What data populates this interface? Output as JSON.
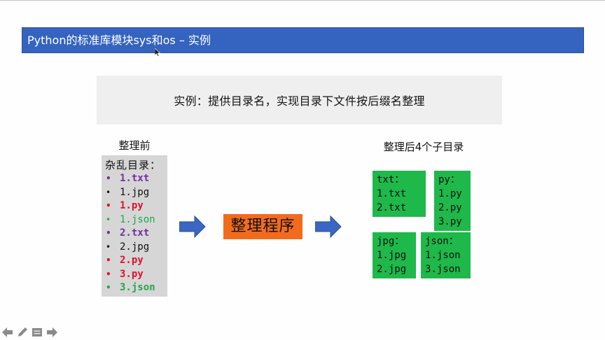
{
  "slide": {
    "title": "Python的标准库模块sys和os – 实例",
    "banner_text": "实例：提供目录名，实现目录下文件按后缀名整理",
    "colors": {
      "title_bar": "#3563C0",
      "banner_bg": "#EFEFEF",
      "messy_box_bg": "#D6D6D6",
      "program_box": "#F26B1D",
      "subdir_box": "#1FB84A",
      "arrow": "#3A66C4",
      "txt": "#7030A0",
      "jpg": "#111111",
      "py": "#E0102A",
      "json": "#1FA84A"
    }
  },
  "before": {
    "label": "整理前",
    "header": "杂乱目录：",
    "files": [
      {
        "name": "1.txt",
        "type": "txt",
        "color": "#7030A0"
      },
      {
        "name": "1.jpg",
        "type": "jpg",
        "color": "#111111"
      },
      {
        "name": "1.py",
        "type": "py",
        "color": "#E0102A"
      },
      {
        "name": "1.json",
        "type": "json",
        "color": "#1FA84A"
      },
      {
        "name": "2.txt",
        "type": "txt",
        "color": "#7030A0"
      },
      {
        "name": "2.jpg",
        "type": "jpg",
        "color": "#111111"
      },
      {
        "name": "2.py",
        "type": "py",
        "color": "#E0102A"
      },
      {
        "name": "3.py",
        "type": "py",
        "color": "#E0102A"
      },
      {
        "name": "3.json",
        "type": "json",
        "color": "#1FA84A"
      }
    ]
  },
  "program": {
    "label": "整理程序"
  },
  "after": {
    "label": "整理后4个子目录",
    "dirs": [
      {
        "header": "txt：",
        "files": [
          "1.txt",
          "2.txt"
        ]
      },
      {
        "header": "py：",
        "files": [
          "1.py",
          "2.py",
          "3.py"
        ]
      },
      {
        "header": "jpg：",
        "files": [
          "1.jpg",
          "2.jpg"
        ]
      },
      {
        "header": "json：",
        "files": [
          "1.json",
          "3.json"
        ]
      }
    ]
  },
  "navigation": {
    "icons": [
      "arrow-left-icon",
      "pen-icon",
      "menu-icon",
      "arrow-right-icon"
    ]
  }
}
